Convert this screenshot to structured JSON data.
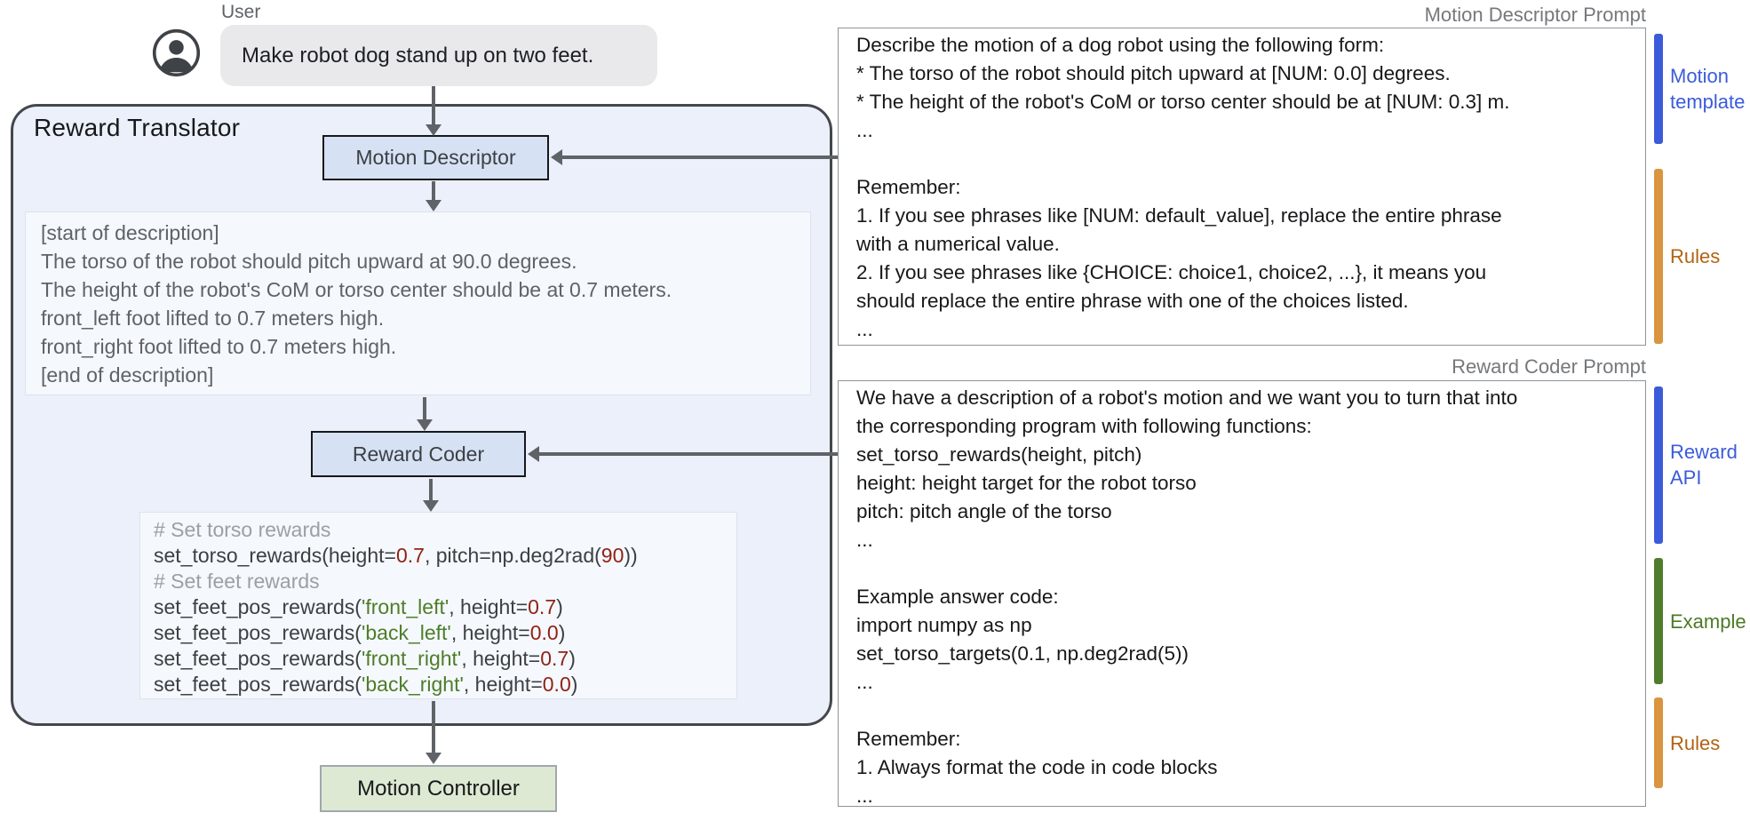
{
  "user": {
    "label": "User",
    "message": "Make robot dog stand up on two feet."
  },
  "reward_translator": {
    "title": "Reward Translator",
    "motion_descriptor_label": "Motion Descriptor",
    "reward_coder_label": "Reward Coder",
    "description_lines": [
      "[start of description]",
      "The torso of the robot should pitch upward at 90.0 degrees.",
      "The height of the robot's CoM or torso center should be at 0.7 meters.",
      "front_left foot lifted to 0.7 meters high.",
      "front_right foot lifted to 0.7 meters high.",
      "[end of description]"
    ],
    "code_lines": [
      [
        {
          "s": "cm",
          "t": "# Set torso rewards"
        }
      ],
      [
        {
          "s": "c",
          "t": "set_torso_rewards(height="
        },
        {
          "s": "n",
          "t": "0.7"
        },
        {
          "s": "c",
          "t": ", pitch=np.deg2rad("
        },
        {
          "s": "n",
          "t": "90"
        },
        {
          "s": "c",
          "t": "))"
        }
      ],
      [
        {
          "s": "cm",
          "t": "# Set feet rewards"
        }
      ],
      [
        {
          "s": "c",
          "t": "set_feet_pos_rewards("
        },
        {
          "s": "str",
          "t": "'front_left'"
        },
        {
          "s": "c",
          "t": ", height="
        },
        {
          "s": "n",
          "t": "0.7"
        },
        {
          "s": "c",
          "t": ")"
        }
      ],
      [
        {
          "s": "c",
          "t": "set_feet_pos_rewards("
        },
        {
          "s": "str",
          "t": "'back_left'"
        },
        {
          "s": "c",
          "t": ", height="
        },
        {
          "s": "n",
          "t": "0.0"
        },
        {
          "s": "c",
          "t": ")"
        }
      ],
      [
        {
          "s": "c",
          "t": "set_feet_pos_rewards("
        },
        {
          "s": "str",
          "t": "'front_right'"
        },
        {
          "s": "c",
          "t": ", height="
        },
        {
          "s": "n",
          "t": "0.7"
        },
        {
          "s": "c",
          "t": ")"
        }
      ],
      [
        {
          "s": "c",
          "t": "set_feet_pos_rewards("
        },
        {
          "s": "str",
          "t": "'back_right'"
        },
        {
          "s": "c",
          "t": ", height="
        },
        {
          "s": "n",
          "t": "0.0"
        },
        {
          "s": "c",
          "t": ")"
        }
      ]
    ]
  },
  "motion_controller_label": "Motion Controller",
  "prompts": [
    {
      "title": "Motion Descriptor Prompt",
      "lines": [
        "Describe the motion of a dog robot using the following form:",
        "* The torso of the robot should pitch upward at [NUM: 0.0] degrees.",
        "* The height of the robot's CoM or torso center should be at [NUM: 0.3] m.",
        "...",
        "",
        "Remember:",
        "1. If you see phrases like [NUM: default_value], replace the entire phrase",
        "with a numerical value.",
        "2. If you see phrases like {CHOICE: choice1, choice2, ...}, it means you",
        "should replace the entire phrase with one of the choices listed.",
        "..."
      ],
      "annotations": [
        {
          "label": "Motion template",
          "color": "#3b5bdb"
        },
        {
          "label": "Rules",
          "color": "#d9953f"
        }
      ]
    },
    {
      "title": "Reward Coder Prompt",
      "lines": [
        "We have a description of a robot's motion and we want you to turn that into",
        "the corresponding program with following functions:",
        "set_torso_rewards(height, pitch)",
        "height: height target for the robot torso",
        "pitch: pitch angle of the torso",
        "...",
        "",
        "Example answer code:",
        "import numpy as np",
        "set_torso_targets(0.1, np.deg2rad(5))",
        "...",
        "",
        "Remember:",
        "1. Always format the code in code blocks",
        "..."
      ],
      "annotations": [
        {
          "label": "Reward API",
          "color": "#3b5bdb"
        },
        {
          "label": "Example",
          "color": "#507d2b"
        },
        {
          "label": "Rules",
          "color": "#d9953f"
        }
      ]
    }
  ],
  "colors": {
    "accent_blue": "#3b5bdb",
    "accent_orange": "#d9953f",
    "accent_green": "#507d2b",
    "code_string_green": "#4e7d28",
    "code_number_red": "#912215",
    "code_comment_gray": "#9aa0a6",
    "arrow_gray": "#5f6368"
  }
}
